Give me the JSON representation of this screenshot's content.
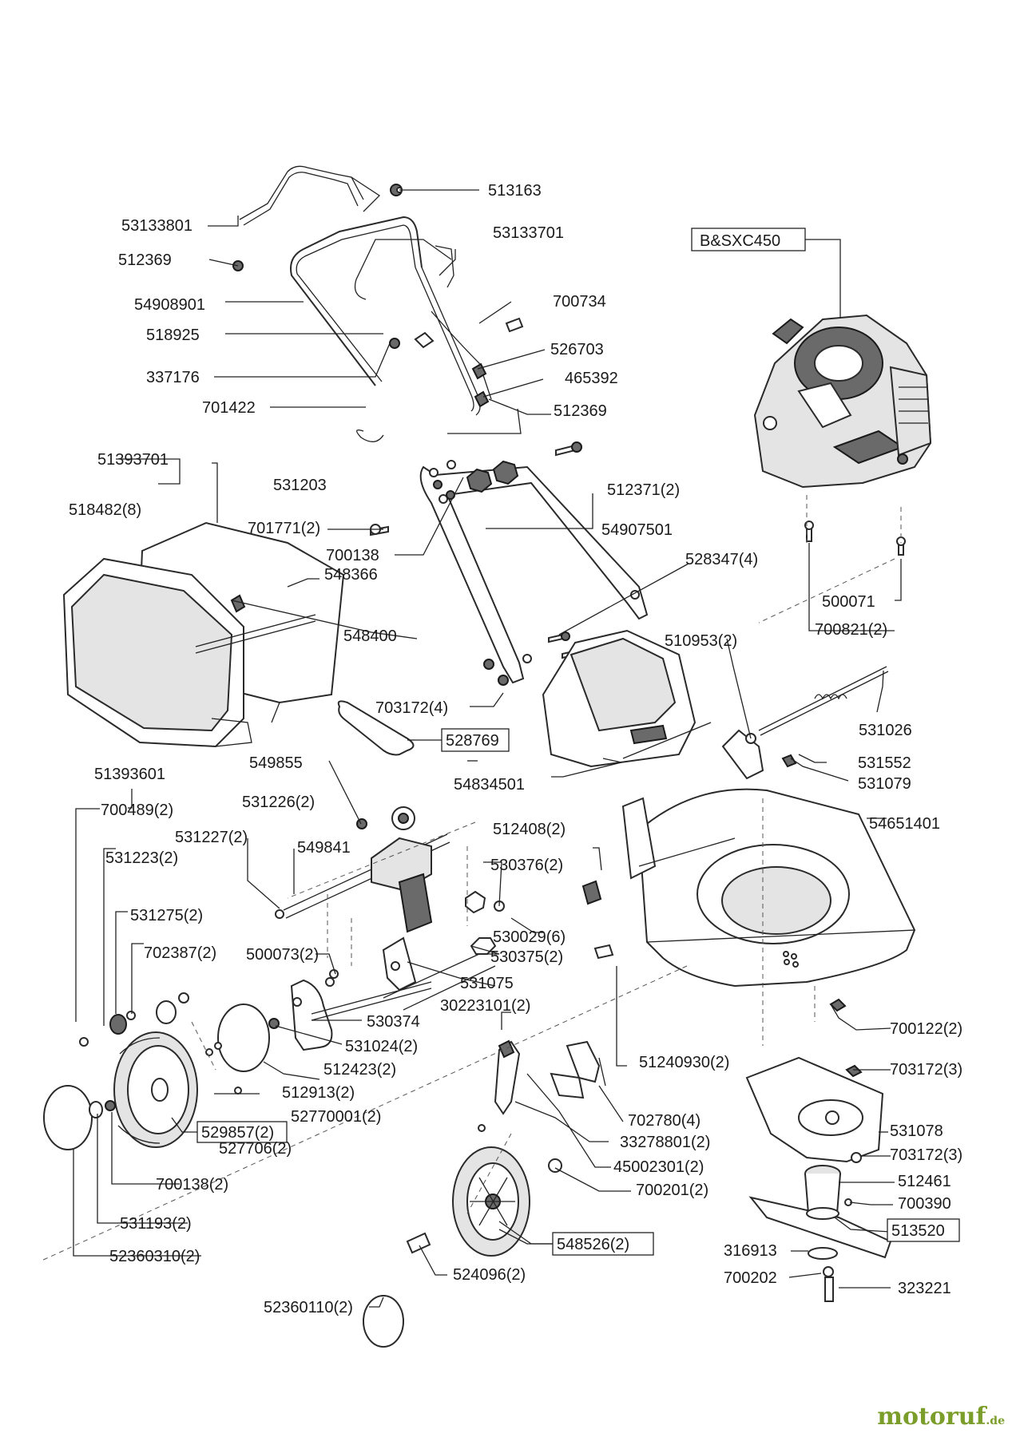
{
  "labels": {
    "p513163": "513163",
    "p53133801": "53133801",
    "p53133701": "53133701",
    "p512369a": "512369",
    "p54908901": "54908901",
    "p700734": "700734",
    "p518925": "518925",
    "p526703": "526703",
    "p337176": "337176",
    "p465392": "465392",
    "p701422": "701422",
    "p512369b": "512369",
    "p51393701": "51393701",
    "p531203": "531203",
    "p512371": "512371(2)",
    "p518482": "518482(8)",
    "p701771": "701771(2)",
    "p54907501": "54907501",
    "p700138a": "700138",
    "p548366": "548366",
    "p528347": "528347(4)",
    "p548400": "548400",
    "p500071": "500071",
    "p700821": "700821(2)",
    "p510953": "510953(2)",
    "p703172a": "703172(4)",
    "p531026": "531026",
    "p528769": "528769",
    "p549855": "549855",
    "p51393601": "51393601",
    "p54834501": "54834501",
    "p531552": "531552",
    "p531079": "531079",
    "p700489": "700489(2)",
    "p531226": "531226(2)",
    "p54651401": "54651401",
    "p531227": "531227(2)",
    "p549841": "549841",
    "p512408": "512408(2)",
    "p531223": "531223(2)",
    "p530376": "530376(2)",
    "p531275": "531275(2)",
    "p530029": "530029(6)",
    "p702387": "702387(2)",
    "p500073": "500073(2)",
    "p530375": "530375(2)",
    "p531075": "531075",
    "p30223101": "30223101(2)",
    "p530374": "530374",
    "p700122": "700122(2)",
    "p531024": "531024(2)",
    "p51240930": "51240930(2)",
    "p703172b": "703172(3)",
    "p512423": "512423(2)",
    "p512913": "512913(2)",
    "p52770001": "52770001(2)",
    "p529857": "529857(2)",
    "p527706": "527706(2)",
    "p702780": "702780(4)",
    "p531078": "531078",
    "p33278801": "33278801(2)",
    "p703172c": "703172(3)",
    "p45002301": "45002301(2)",
    "p512461": "512461",
    "p700138b": "700138(2)",
    "p700201": "700201(2)",
    "p700390": "700390",
    "p513520": "513520",
    "p531193": "531193(2)",
    "p548526": "548526(2)",
    "p316913": "316913",
    "p52360310": "52360310(2)",
    "p700202": "700202",
    "p323221": "323221",
    "p524096": "524096(2)",
    "p52360110": "52360110(2)",
    "engine": "B&SXC450"
  },
  "watermark": {
    "brand": "motoruf",
    "tld": ".de"
  }
}
